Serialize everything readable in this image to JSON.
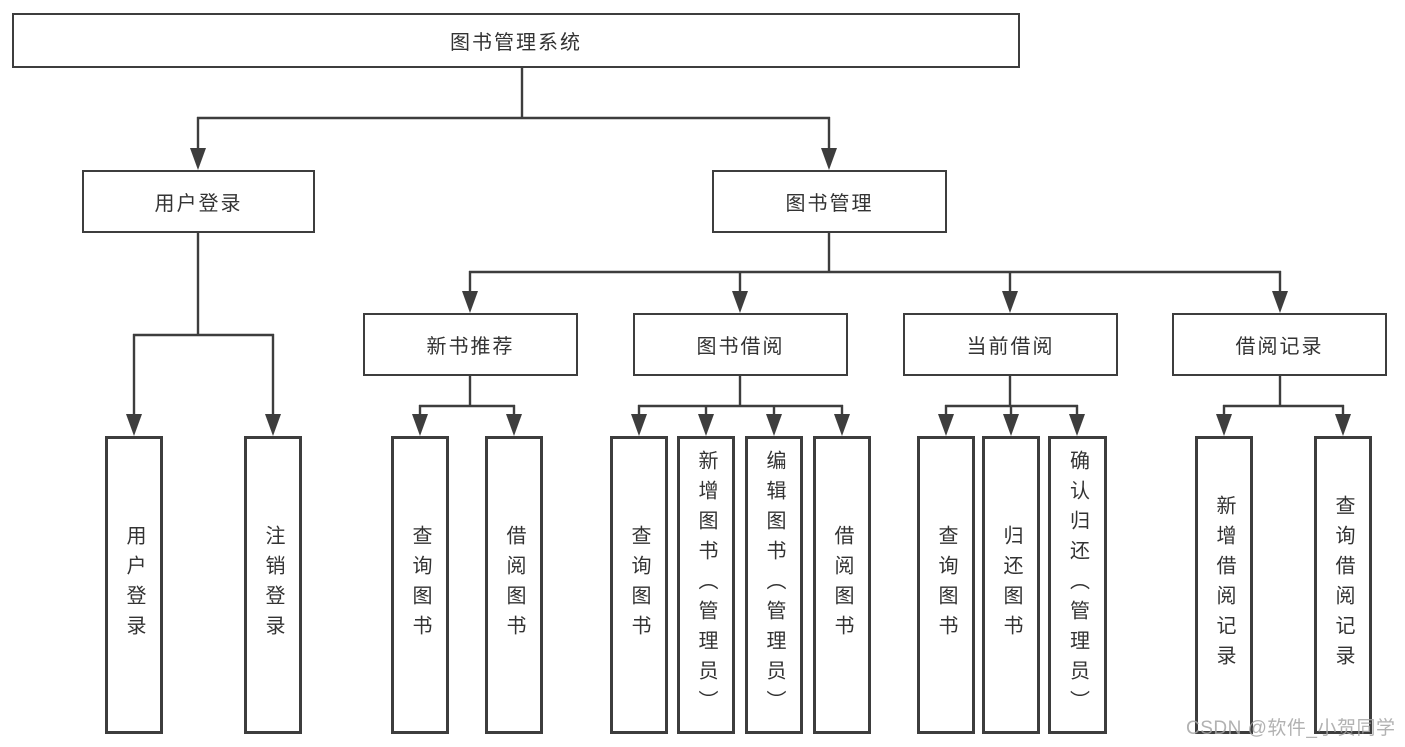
{
  "diagram": {
    "root": {
      "label": "图书管理系统"
    },
    "branches": [
      {
        "label": "用户登录",
        "children": [
          {
            "label": "用户登录"
          },
          {
            "label": "注销登录"
          }
        ]
      },
      {
        "label": "图书管理",
        "children": [
          {
            "label": "新书推荐",
            "children": [
              {
                "label": "查询图书"
              },
              {
                "label": "借阅图书"
              }
            ]
          },
          {
            "label": "图书借阅",
            "children": [
              {
                "label": "查询图书"
              },
              {
                "label": "新增图书（管理员）"
              },
              {
                "label": "编辑图书（管理员）"
              },
              {
                "label": "借阅图书"
              }
            ]
          },
          {
            "label": "当前借阅",
            "children": [
              {
                "label": "查询图书"
              },
              {
                "label": "归还图书"
              },
              {
                "label": "确认归还（管理员）"
              }
            ]
          },
          {
            "label": "借阅记录",
            "children": [
              {
                "label": "新增借阅记录"
              },
              {
                "label": "查询借阅记录"
              }
            ]
          }
        ]
      }
    ]
  },
  "watermark": {
    "text": "CSDN @软件_小贺同学"
  },
  "colors": {
    "line": "#3d3d3d",
    "text": "#333333",
    "box_background": "#ffffff",
    "page_background": "#ffffff",
    "watermark": "#a5a5a5"
  }
}
